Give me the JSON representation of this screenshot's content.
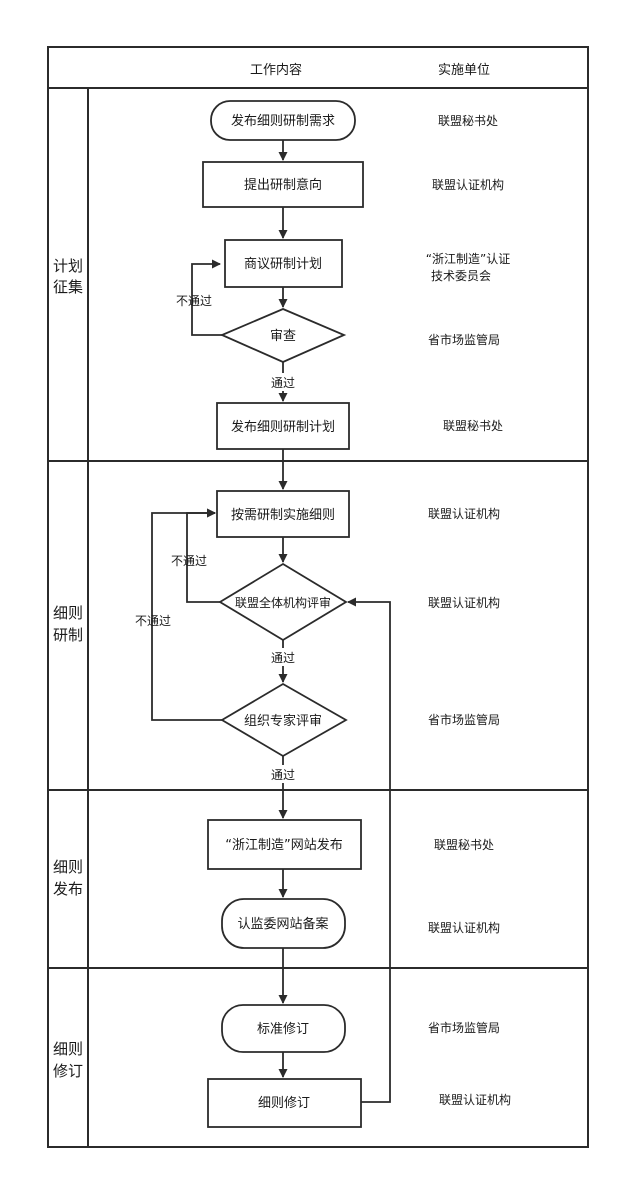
{
  "header": {
    "work_content": "工作内容",
    "unit": "实施单位"
  },
  "phases": [
    {
      "line1": "计划",
      "line2": "征集"
    },
    {
      "line1": "细则",
      "line2": "研制"
    },
    {
      "line1": "细则",
      "line2": "发布"
    },
    {
      "line1": "细则",
      "line2": "修订"
    }
  ],
  "nodes": {
    "publish_need": "发布细则研制需求",
    "propose_intent": "提出研制意向",
    "discuss_plan": "商议研制计划",
    "review": "审查",
    "publish_plan": "发布细则研制计划",
    "implement": "按需研制实施细则",
    "alliance_review": "联盟全体机构评审",
    "expert_review": "组织专家评审",
    "website_publish": "“浙江制造”网站发布",
    "filing": "认监委网站备案",
    "std_revision": "标准修订",
    "rule_revision": "细则修订"
  },
  "edge_labels": {
    "fail_1": "不通过",
    "pass_1": "通过",
    "fail_2": "不通过",
    "fail_3": "不通过",
    "pass_2": "通过",
    "pass_3": "通过"
  },
  "units": {
    "u1": "联盟秘书处",
    "u2": "联盟认证机构",
    "u3_line1": "“浙江制造”认证",
    "u3_line2": "技术委员会",
    "u4": "省市场监管局",
    "u5": "联盟秘书处",
    "u6": "联盟认证机构",
    "u7": "联盟认证机构",
    "u8": "省市场监管局",
    "u9": "联盟秘书处",
    "u10": "联盟认证机构",
    "u11": "省市场监管局",
    "u12": "联盟认证机构"
  }
}
